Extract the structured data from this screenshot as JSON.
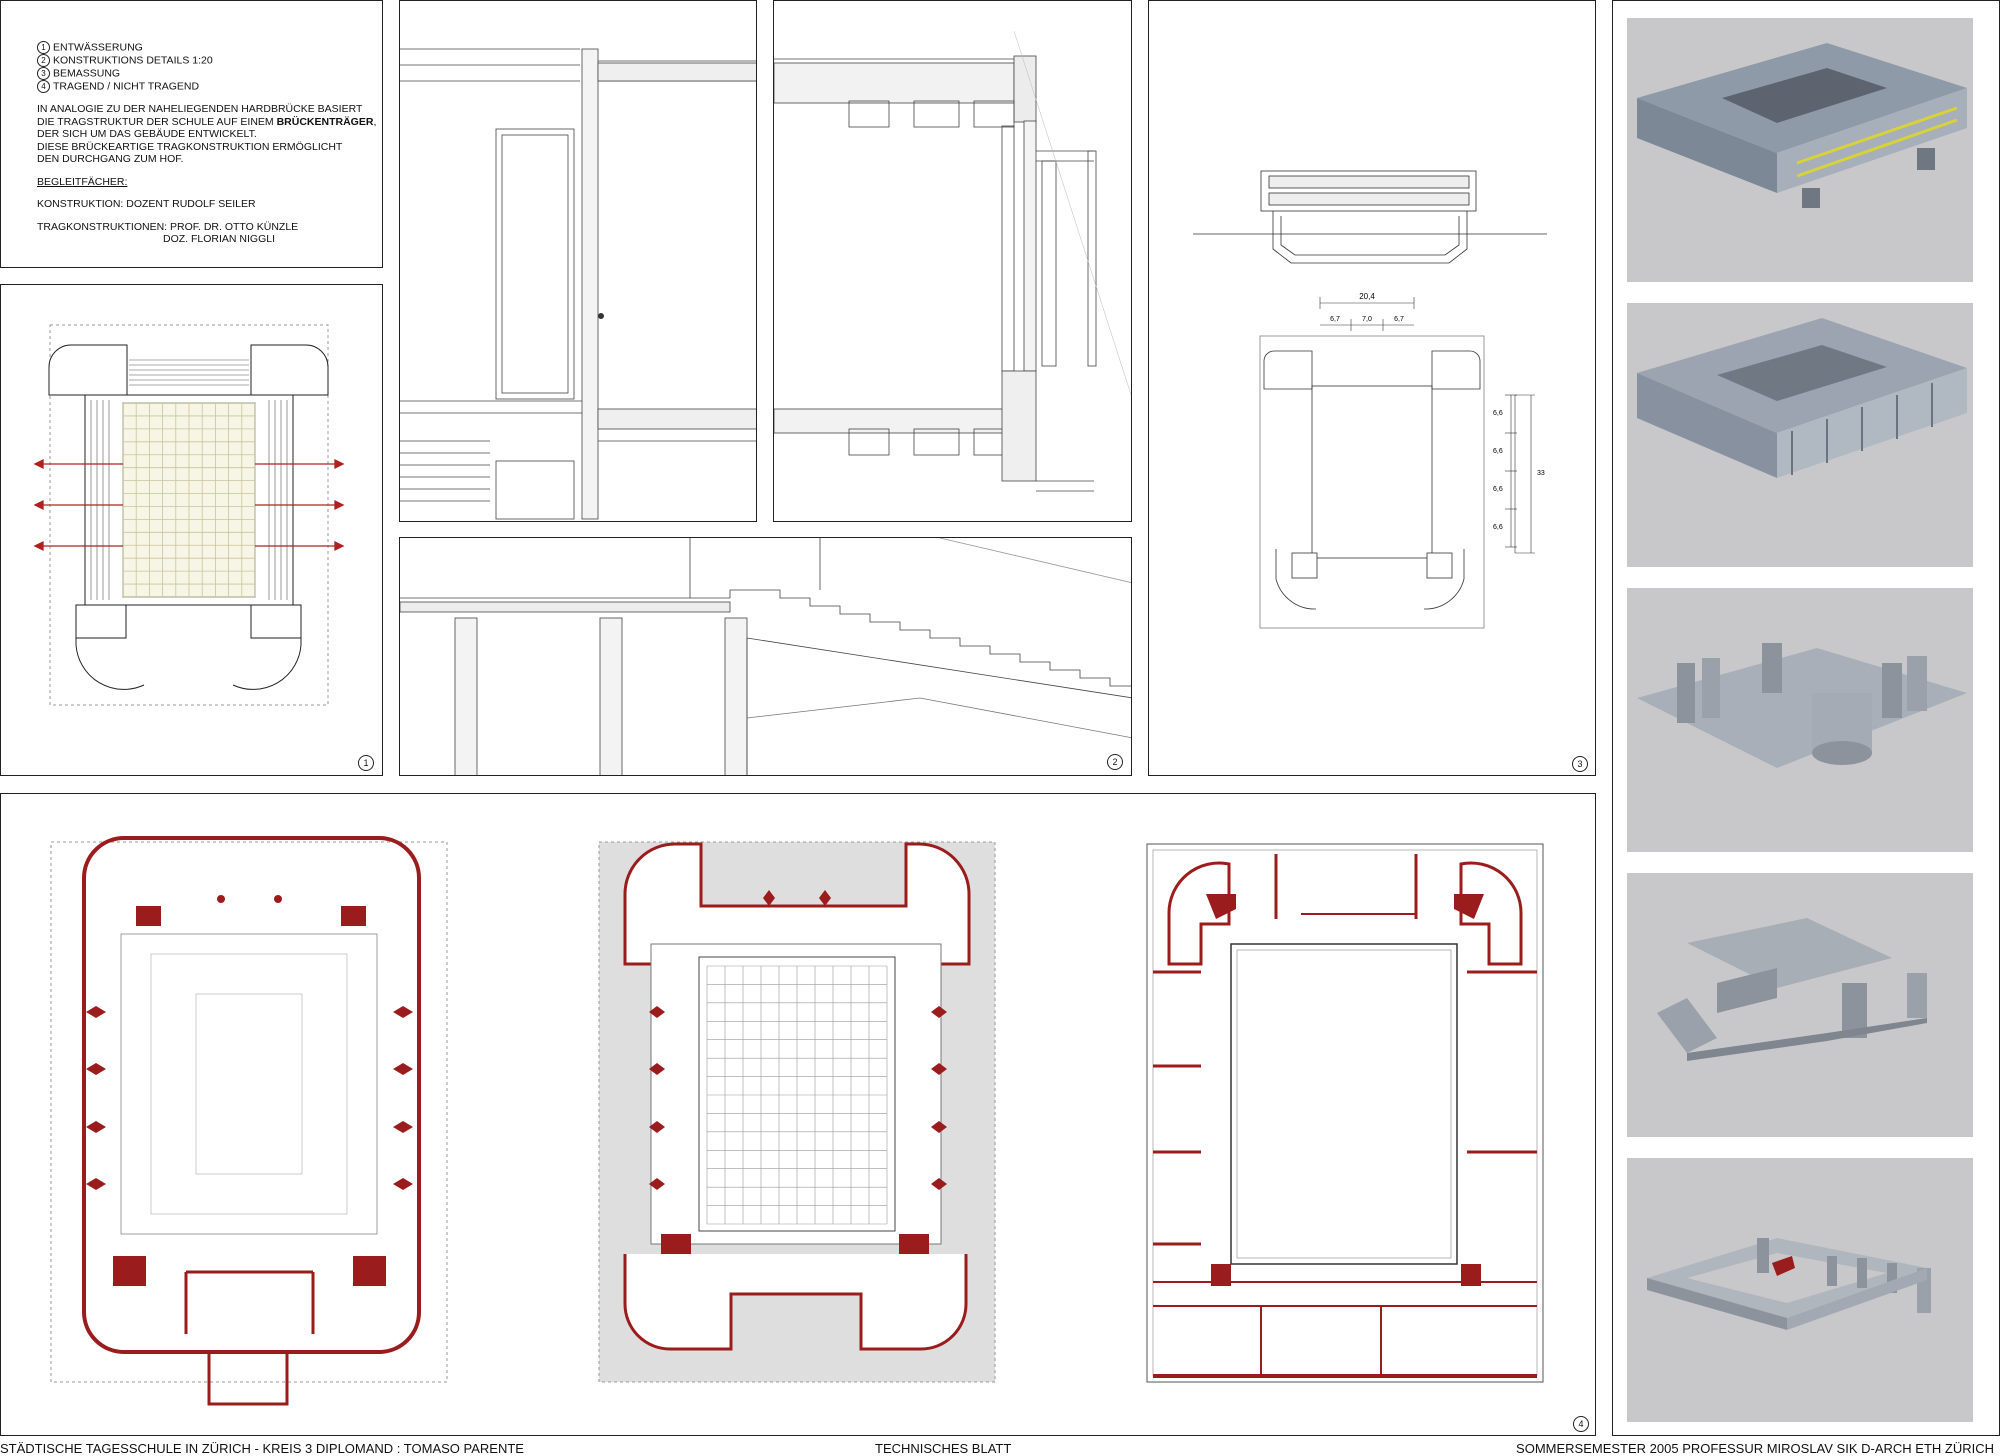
{
  "legend": {
    "items": [
      {
        "num": "1",
        "text": "ENTWÄSSERUNG"
      },
      {
        "num": "2",
        "text": "KONSTRUKTIONS DETAILS   1:20"
      },
      {
        "num": "3",
        "text": "BEMASSUNG"
      },
      {
        "num": "4",
        "text": "TRAGEND / NICHT TRAGEND"
      }
    ],
    "para1_line1": "IN ANALOGIE ZU DER NAHELIEGENDEN HARDBRÜCKE BASIERT",
    "para1_line2a": "DIE TRAGSTRUKTUR DER SCHULE AUF EINEM ",
    "para1_line2b": "BRÜCKENTRÄGER",
    "para1_line2c": ",",
    "para1_line3": "DER SICH UM DAS GEBÄUDE ENTWICKELT.",
    "para1_line4": "DIESE BRÜCKEARTIGE TRAGKONSTRUKTION ERMÖGLICHT",
    "para1_line5": "DEN DURCHGANG ZUM HOF.",
    "begleit": "BEGLEITFÄCHER:",
    "konstruktion": "KONSTRUKTION: DOZENT RUDOLF SEILER",
    "trag_line1": "TRAGKONSTRUKTIONEN: PROF. DR. OTTO KÜNZLE",
    "trag_line2": "DOZ. FLORIAN NIGGLI"
  },
  "markers": {
    "m1": "1",
    "m2": "2",
    "m3": "3",
    "m4": "4"
  },
  "dimensions": {
    "total_width": "20,4",
    "span_left": "6,7",
    "span_mid": "7,0",
    "span_right": "6,7",
    "bay_1": "6,6",
    "bay_2": "6,6",
    "bay_3": "6,6",
    "bay_4": "6,6",
    "total_depth": "33"
  },
  "footer": {
    "left": "STÄDTISCHE TAGESSCHULE IN ZÜRICH - KREIS 3   DIPLOMAND : TOMASO PARENTE",
    "center": "TECHNISCHES BLATT",
    "right": "SOMMERSEMESTER 2005   PROFESSUR MIROSLAV SIK   D-ARCH ETH ZÜRICH"
  },
  "colors": {
    "structure_red": "#9b1c1c",
    "render_bg": "#c8c8cb",
    "ink": "#222222"
  }
}
